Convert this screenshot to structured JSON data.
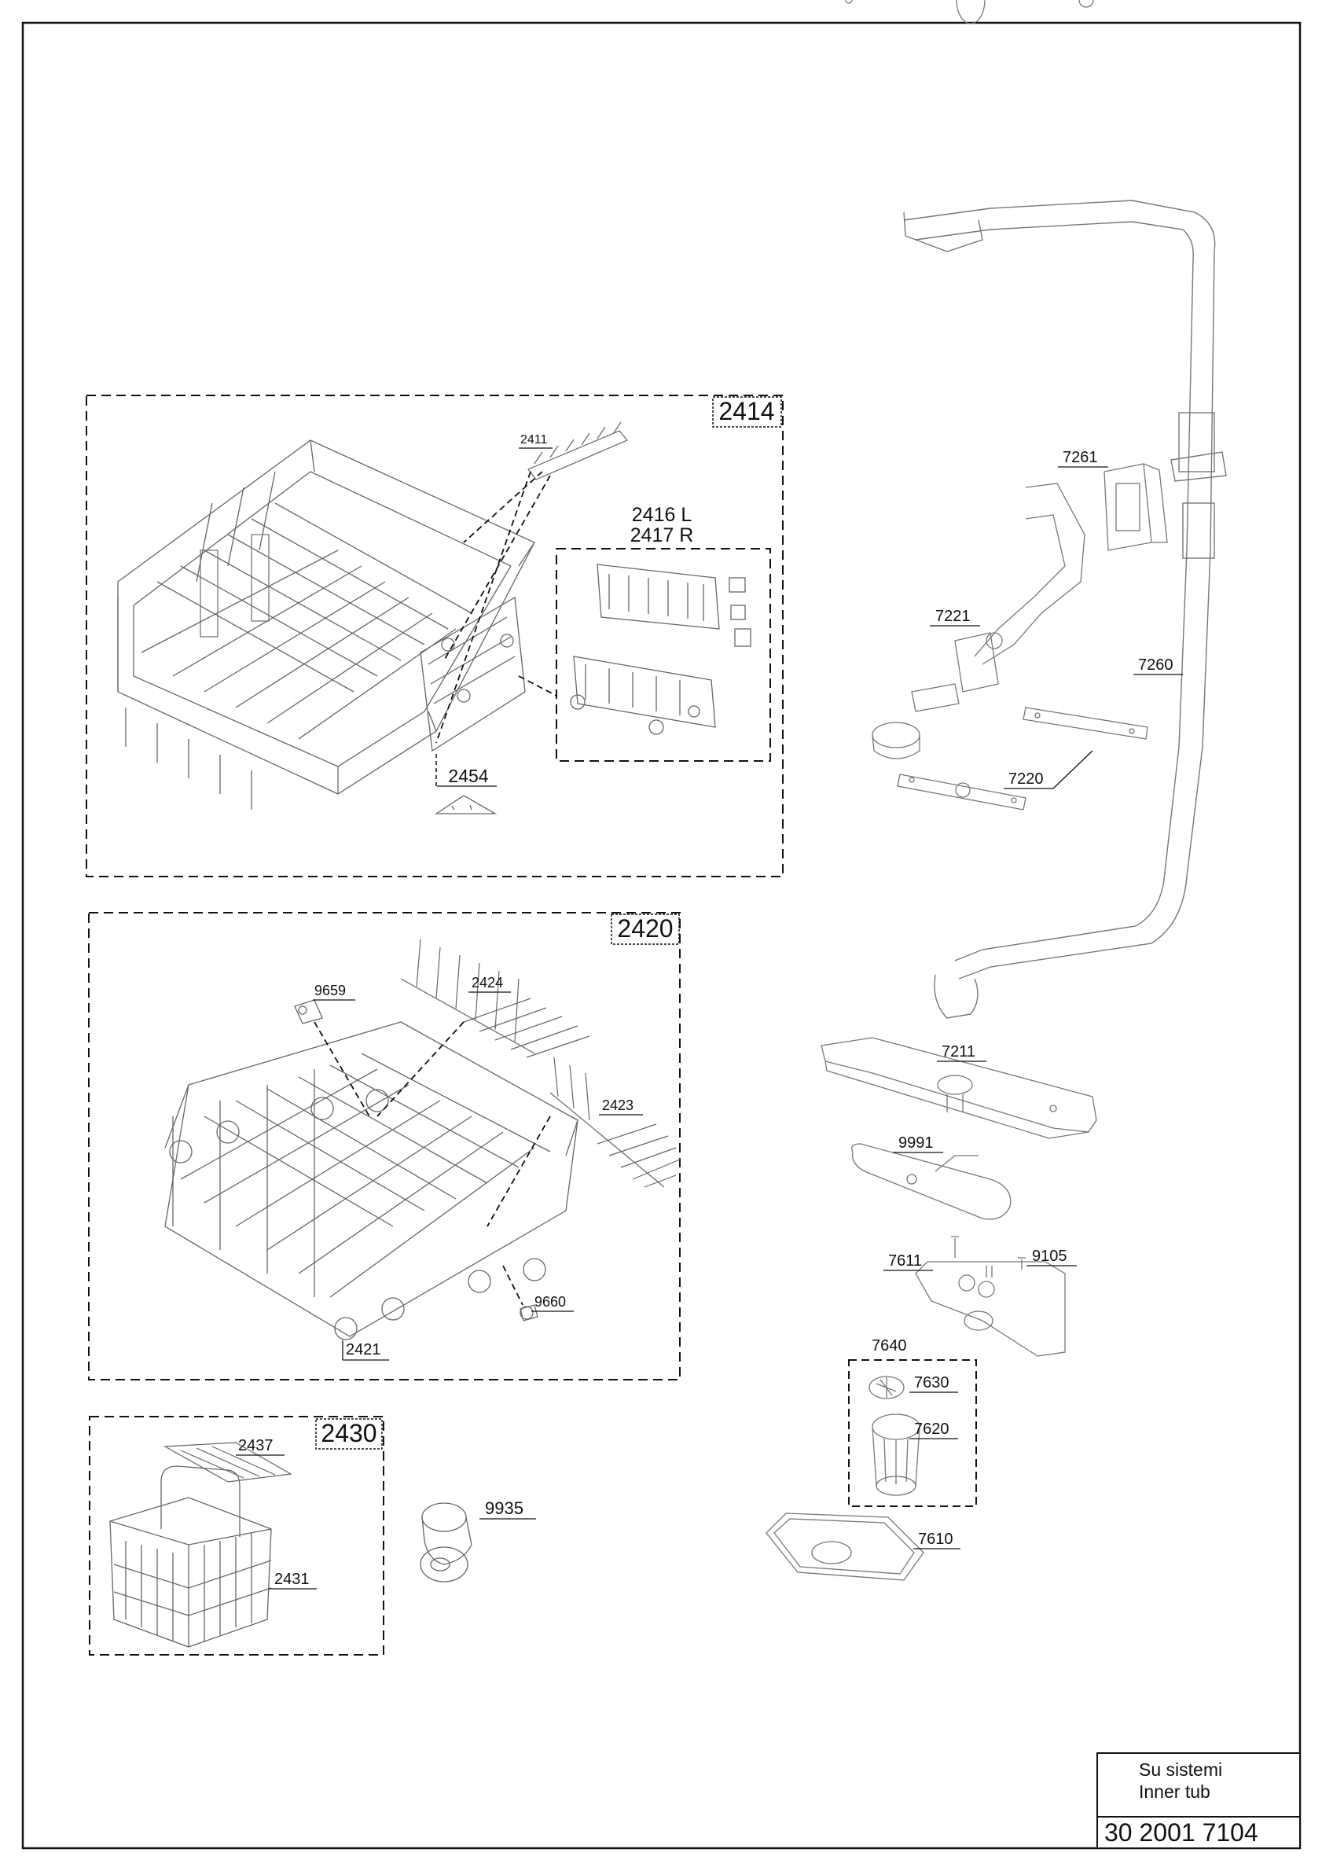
{
  "title_block": {
    "line1": "Su sistemi",
    "line2": "Inner tub",
    "doc_number": "30 2001 7104"
  },
  "groups": {
    "g2414": "2414",
    "g2420": "2420",
    "g2430": "2430",
    "g7640": "7640",
    "g2416": "2416 L",
    "g2417": "2417 R"
  },
  "parts": {
    "p2411": "2411",
    "p2454": "2454",
    "p2424": "2424",
    "p2423": "2423",
    "p9659": "9659",
    "p9660": "9660",
    "p2421": "2421",
    "p2437": "2437",
    "p2431": "2431",
    "p9935": "9935",
    "p7261": "7261",
    "p7221": "7221",
    "p7260": "7260",
    "p7220": "7220",
    "p7211": "7211",
    "p9991": "9991",
    "p7611": "7611",
    "p9105": "9105",
    "p7630": "7630",
    "p7620": "7620",
    "p7610": "7610"
  }
}
